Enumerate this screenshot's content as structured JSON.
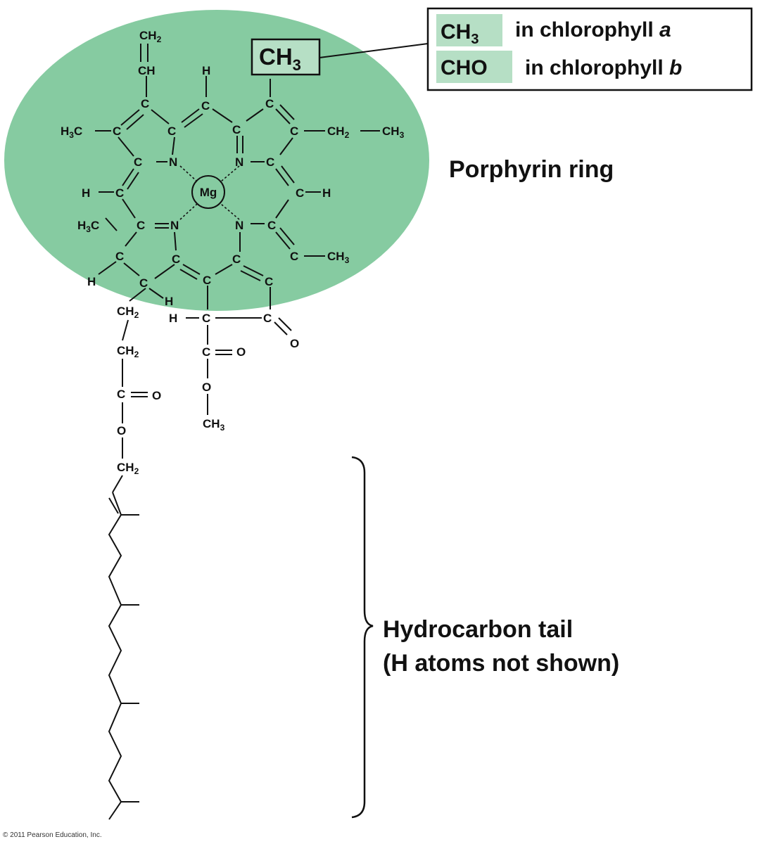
{
  "diagram": {
    "callout": {
      "inset_label_sub": "CH",
      "inset_label_sub_3": "3",
      "row_a_group": "CH",
      "row_a_group_sub": "3",
      "row_a_text": "in chlorophyll",
      "row_a_letter": "a",
      "row_b_group": "CHO",
      "row_b_text": "in chlorophyll",
      "row_b_letter": "b"
    },
    "ring_label": "Porphyrin ring",
    "tail_label_line1": "Hydrocarbon tail",
    "tail_label_line2": "(H atoms not shown)",
    "center_metal": "Mg",
    "copyright": "© 2011 Pearson Education, Inc."
  },
  "colors": {
    "ring_fill": "#86cba1",
    "callout_highlight": "#b6dfc5",
    "ink": "#111111"
  }
}
